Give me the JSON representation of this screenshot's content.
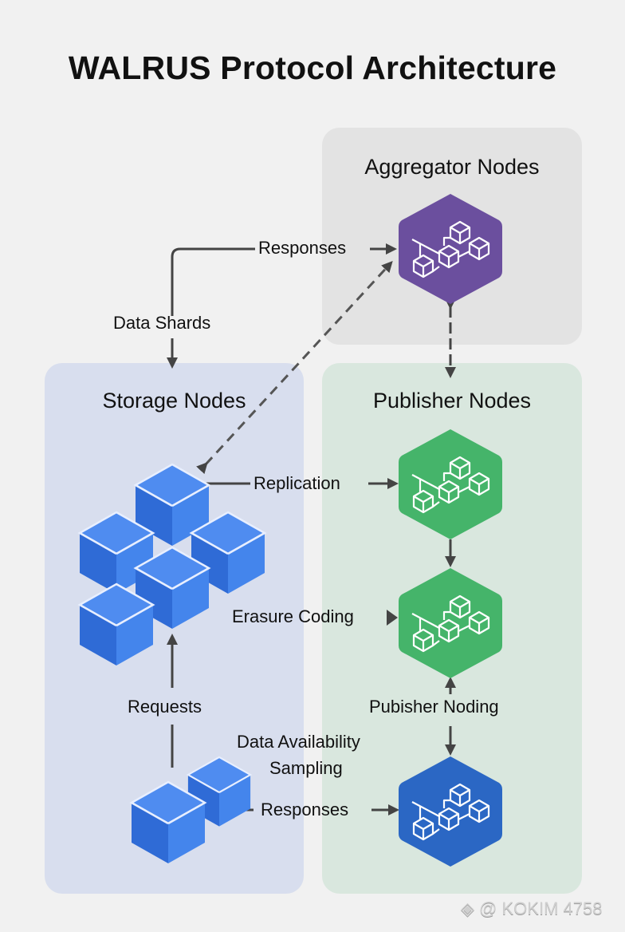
{
  "title": "WALRUS Protocol Architecture",
  "panels": {
    "aggregator": {
      "title": "Aggregator Nodes",
      "color": "#e3e3e3",
      "node_color": "#6b4f9e"
    },
    "storage": {
      "title": "Storage Nodes",
      "color": "#d8deee",
      "cube_color": "#3f7ee6"
    },
    "publisher": {
      "title": "Publisher Nodes",
      "color": "#d9e7de",
      "node_color": "#45b46a",
      "bottom_node_color": "#2b67c4"
    }
  },
  "labels": {
    "responses_top": "Responses",
    "data_shards": "Data Shards",
    "replication": "Replication",
    "erasure_coding": "Erasure Coding",
    "requests": "Requests",
    "publisher_noding": "Pubisher Noding",
    "data_availability_line1": "Data Availability",
    "data_availability_line2": "Sampling",
    "responses_bottom": "Responses"
  },
  "icons": {
    "node": "blockchain-network-icon",
    "cube": "storage-cube-icon"
  },
  "watermark": "@ KOKIM 4758"
}
